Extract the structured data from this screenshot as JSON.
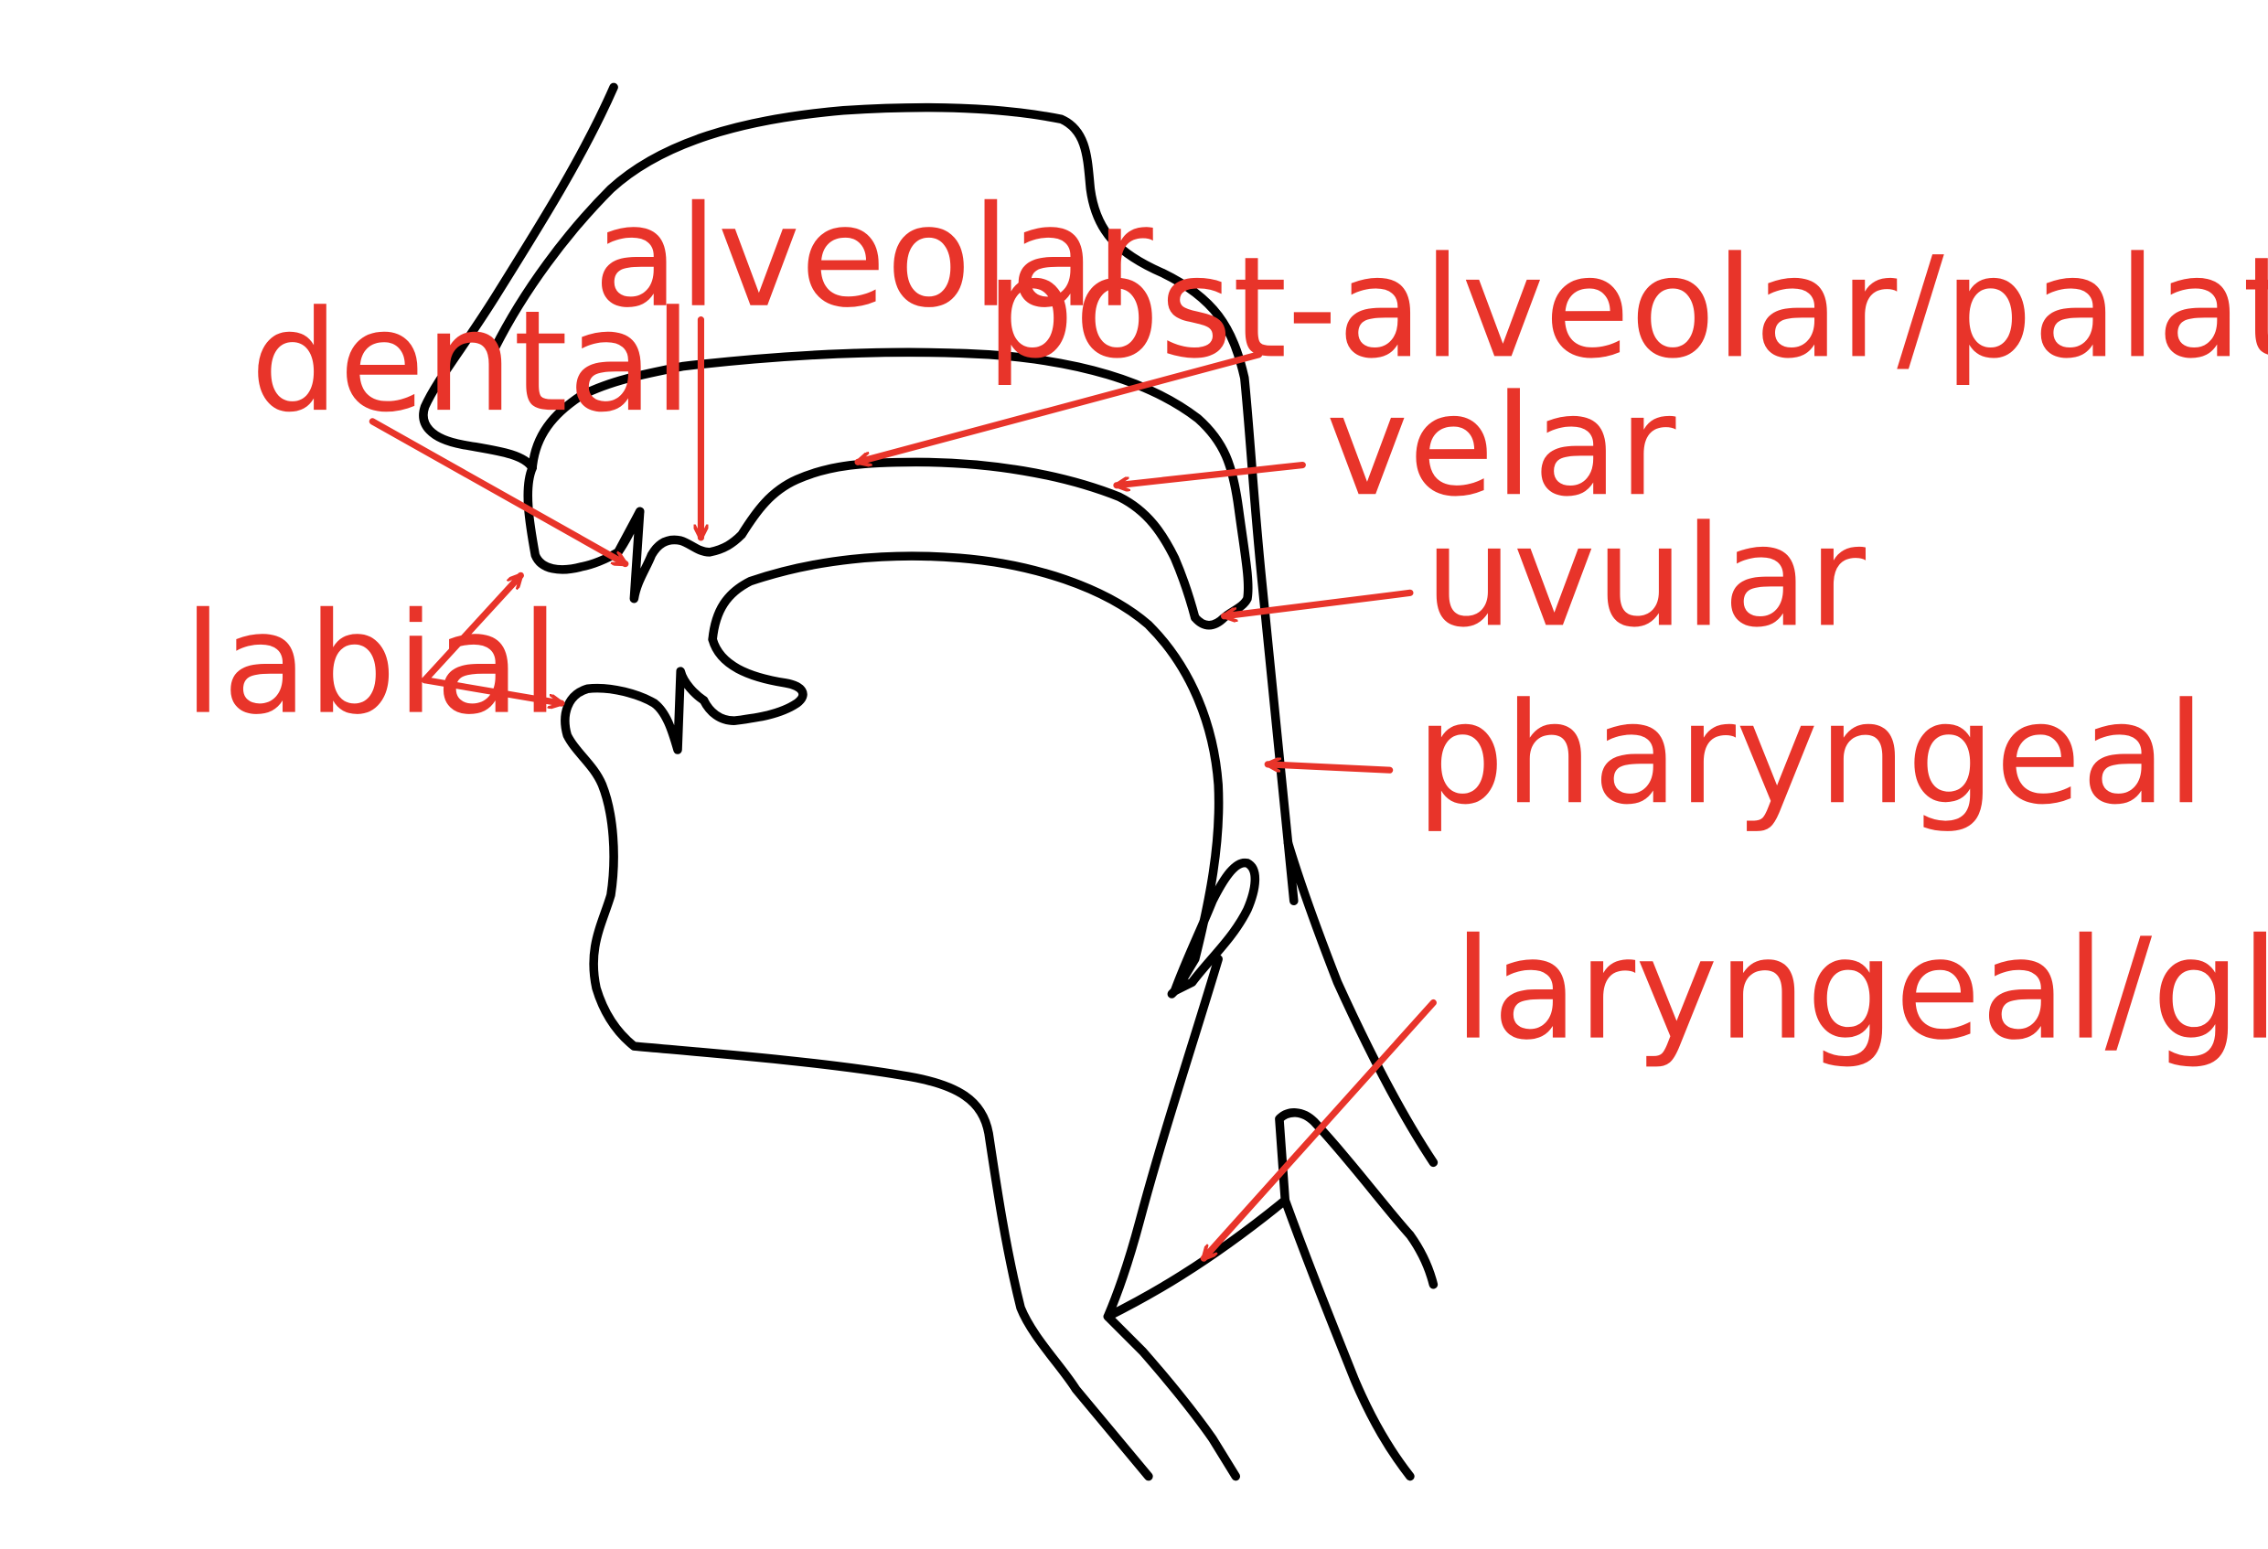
{
  "colors": {
    "outline": "#000000",
    "annotation": "#e8342a",
    "background": "#ffffff"
  },
  "labels": {
    "alveolar": "alveolar",
    "post_alveolar_palatal": "post-alveolar/palatal",
    "dental": "dental",
    "velar": "velar",
    "uvular": "uvular",
    "labial": "labial",
    "pharyngeal": "pharyngeal",
    "laryngeal_glottal": "laryngeal/glottal"
  }
}
